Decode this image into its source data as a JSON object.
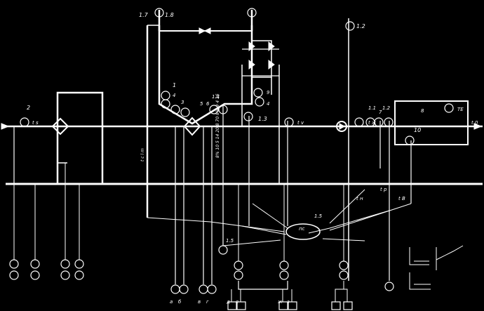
{
  "labels": {
    "l2": "2",
    "l1": "1",
    "l_17": "1.7",
    "l_18": "1.8",
    "l_12": "1.2",
    "l_13": "1.3",
    "l_14": "1.4",
    "l_15a": "1.5",
    "l_15b": "1.5",
    "l_3": "3",
    "l_4a": "4",
    "l_4b": "4",
    "l_5": "5",
    "l_6": "6",
    "l_7": "7",
    "l_8": "8",
    "l_9": "9",
    "l_10": "10",
    "l_11": "1.1",
    "l_12b": "1.2",
    "sub_ts": "t s",
    "sub_tv": "t v",
    "sub_tn": "t н",
    "sub_tp": "t p",
    "sub_tzh": "t ж",
    "sub_tB": "t B",
    "sub_t0": "t 0",
    "vert_text": "t c l m",
    "vert_text2": "8% 10 5 14 20 8 70 8% 9 4 16",
    "mixer_label": "пс",
    "ctrl_label": "ТЕ",
    "foot_labels": [
      "a",
      "б",
      "в",
      "г",
      "д",
      "e",
      "ж",
      "з"
    ]
  }
}
